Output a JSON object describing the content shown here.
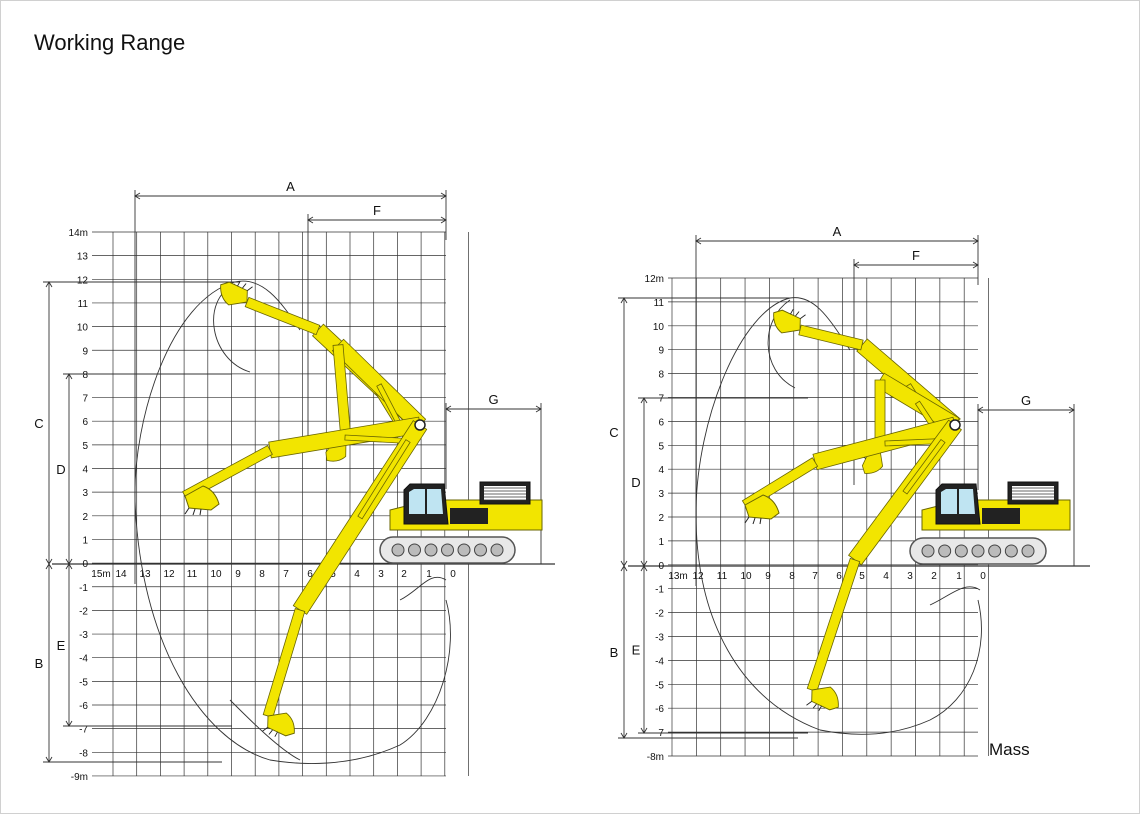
{
  "title": "Working Range",
  "mass_label": "Mass",
  "colors": {
    "machine": "#f2e500",
    "machine_edge": "#6a6600",
    "grid": "#333333",
    "track": "#555555",
    "envelope": "#333333"
  },
  "diagrams": [
    {
      "id": "left",
      "y_labels": [
        "14m",
        "13",
        "12",
        "11",
        "10",
        "9",
        "8",
        "7",
        "6",
        "5",
        "4",
        "3",
        "2",
        "1",
        "0",
        "-1",
        "-2",
        "-3",
        "-4",
        "-5",
        "-6",
        "-7",
        "-8",
        "-9m"
      ],
      "x_labels": [
        "15m",
        "14",
        "13",
        "12",
        "11",
        "10",
        "9",
        "8",
        "7",
        "6",
        "5",
        "4",
        "3",
        "2",
        "1",
        "0"
      ],
      "dimensions": [
        "A",
        "F",
        "G",
        "C",
        "D",
        "B",
        "E"
      ]
    },
    {
      "id": "right",
      "y_labels": [
        "12m",
        "11",
        "10",
        "9",
        "8",
        "7",
        "6",
        "5",
        "4",
        "3",
        "2",
        "1",
        "0",
        "-1",
        "-2",
        "-3",
        "-4",
        "-5",
        "-6",
        "-7",
        "-8m"
      ],
      "x_labels": [
        "13m",
        "12",
        "11",
        "10",
        "9",
        "8",
        "7",
        "6",
        "5",
        "4",
        "3",
        "2",
        "1",
        "0"
      ],
      "dimensions": [
        "A",
        "F",
        "G",
        "C",
        "D",
        "B",
        "E"
      ]
    }
  ]
}
